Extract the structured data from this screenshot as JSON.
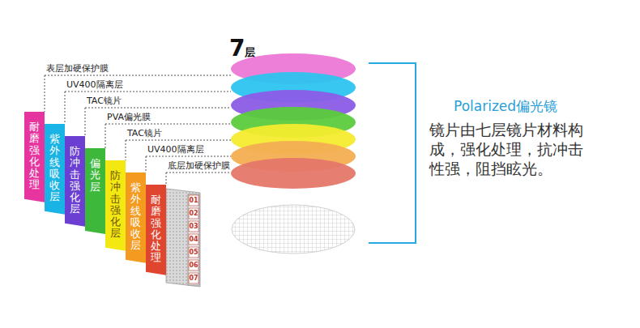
{
  "diagram": {
    "nodes": [
      {
        "text": [
          "耐磨强化处理"
        ]
      },
      {
        "text": [
          "紫外线吸收层"
        ]
      },
      {
        "text": [
          "防冲击强化层"
        ]
      },
      {
        "text": [
          "偏光层"
        ]
      },
      {
        "text": [
          "防冲击强化层"
        ]
      },
      {
        "text": [
          "紫外线吸收层"
        ]
      },
      {
        "text": [
          "耐磨强化处理"
        ]
      }
    ],
    "labels": [
      "7层",
      "表层加硬保护膜",
      "UV400隔离层",
      "TAC镜片",
      "PVA偏光膜",
      "TAC镜片",
      "UV400隔离层",
      "底层加硬保护膜",
      "Polarized偏光镜",
      "镜片由七层镜片材料构成，强化处理，抗冲击性强，阻挡眩光。",
      "01",
      "02",
      "03",
      "04",
      "05",
      "06",
      "07"
    ]
  }
}
